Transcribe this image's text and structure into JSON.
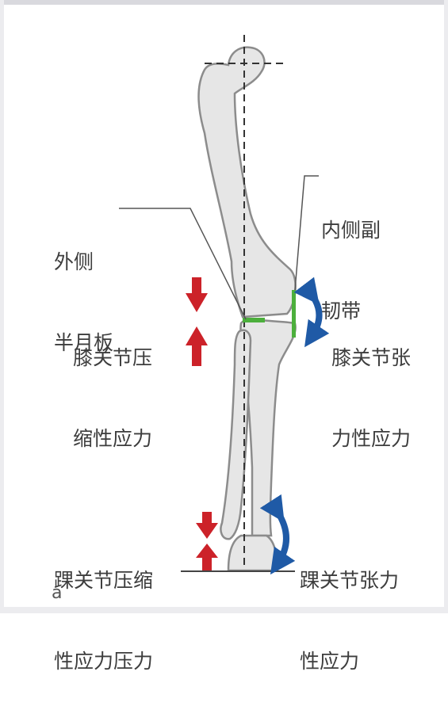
{
  "figure": {
    "panel_label": "a",
    "labels": {
      "lateral_meniscus": [
        "外侧",
        "半月板"
      ],
      "medial_collateral_ligament": [
        "内侧副",
        "韧带"
      ],
      "knee_compressive": [
        "膝关节压",
        "缩性应力"
      ],
      "knee_tensile": [
        "膝关节张",
        "力性应力"
      ],
      "ankle_compressive": [
        "踝关节压缩",
        "性应力压力"
      ],
      "ankle_tensile": [
        "踝关节张力",
        "性应力"
      ]
    },
    "colors": {
      "compressive_arrow": "#cc2229",
      "tensile_arrow": "#1f5aa6",
      "meniscus_ligament": "#4caf3c",
      "bone_fill": "#e6e6e6",
      "bone_stroke": "#8c8c8c"
    },
    "icons": {
      "compressive": "red-straight-arrows-icon",
      "tensile": "blue-curved-double-arrow-icon"
    }
  }
}
